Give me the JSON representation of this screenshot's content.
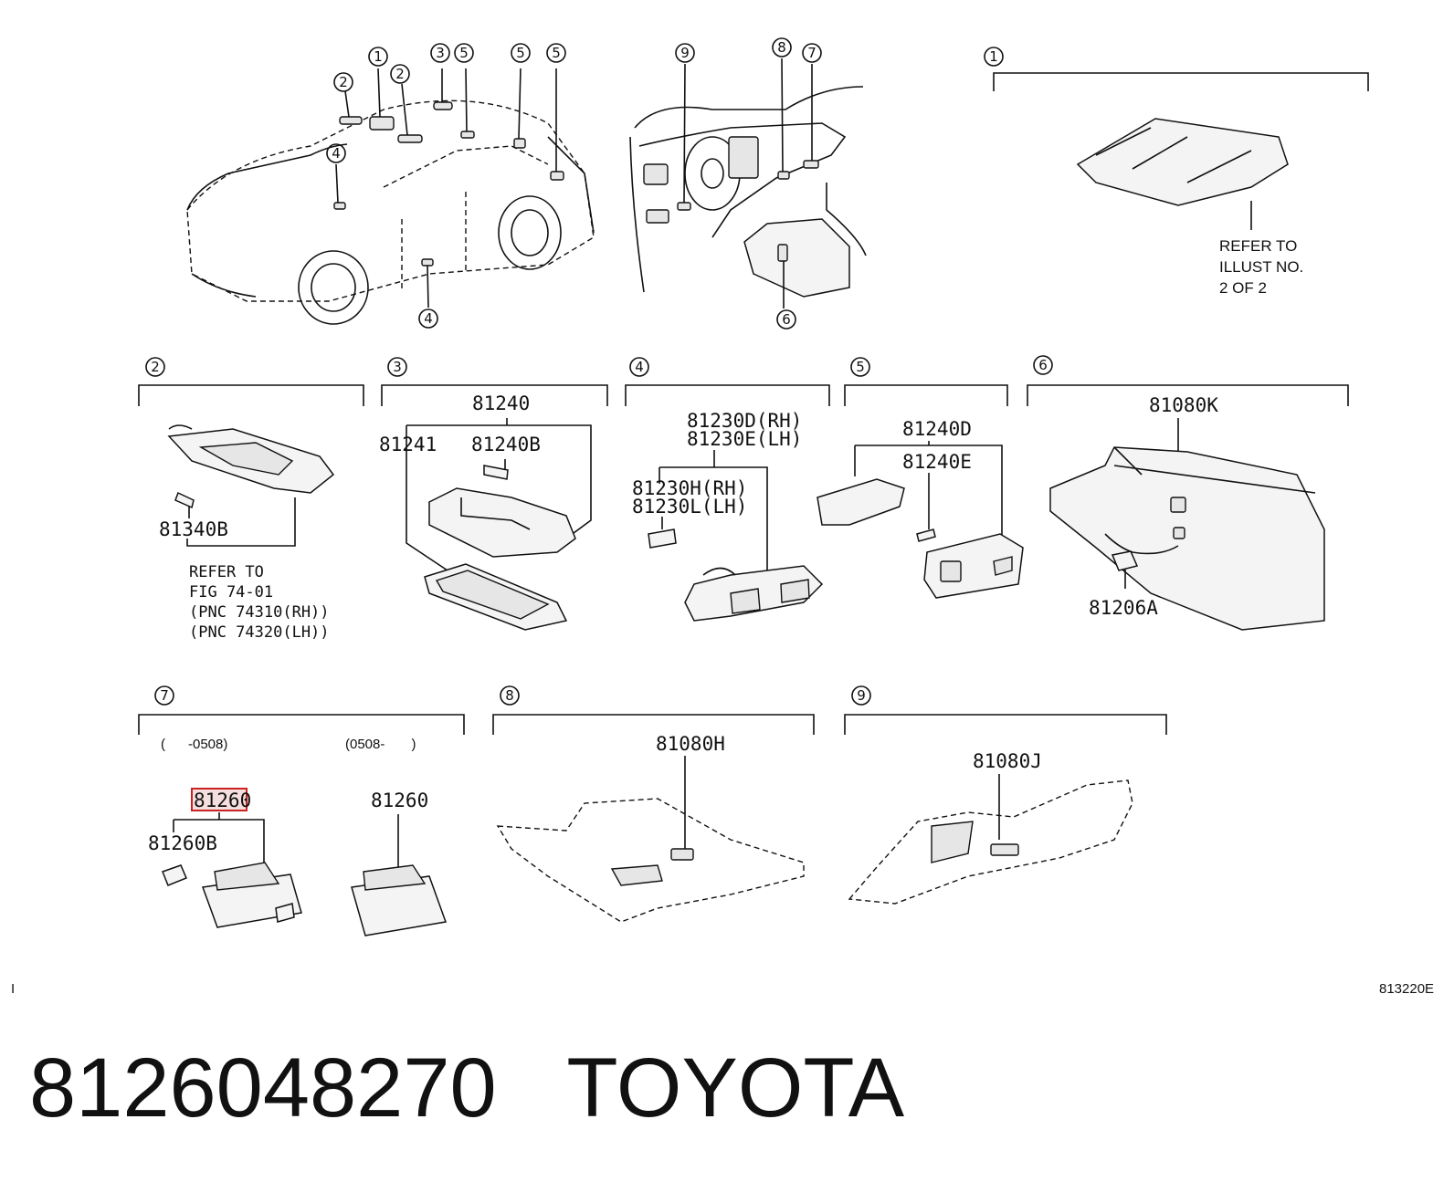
{
  "callouts": {
    "top_car": [
      "2",
      "1",
      "2",
      "3",
      "5",
      "5",
      "5",
      "4",
      "4"
    ],
    "top_dash": [
      "9",
      "8",
      "7",
      "6"
    ],
    "sections": [
      "1",
      "2",
      "3",
      "4",
      "5",
      "6",
      "7",
      "8",
      "9"
    ]
  },
  "section1": {
    "refer": [
      "REFER TO",
      "ILLUST NO.",
      "2 OF 2"
    ]
  },
  "section2": {
    "part": "81340B",
    "refer": [
      "REFER TO",
      "FIG 74-01",
      "(PNC 74310(RH))",
      "(PNC 74320(LH))"
    ]
  },
  "section3": {
    "parts": [
      "81240",
      "81241",
      "81240B"
    ]
  },
  "section4": {
    "parts": [
      "81230D(RH)",
      "81230E(LH)",
      "81230H(RH)",
      "81230L(LH)"
    ]
  },
  "section5": {
    "parts": [
      "81240D",
      "81240E"
    ]
  },
  "section6": {
    "parts": [
      "81080K",
      "81206A"
    ]
  },
  "section7": {
    "date_left": "(      -0508)",
    "date_right": "(0508-       )",
    "parts": [
      "81260",
      "81260B",
      "81260"
    ]
  },
  "section8": {
    "parts": [
      "81080H"
    ]
  },
  "section9": {
    "parts": [
      "81080J"
    ]
  },
  "footer": {
    "left_mark": "I",
    "figure_code": "813220E"
  },
  "caption": {
    "part_number": "8126048270",
    "brand": "TOYOTA"
  },
  "colors": {
    "highlight": "#cc2222",
    "ink": "#111111"
  }
}
